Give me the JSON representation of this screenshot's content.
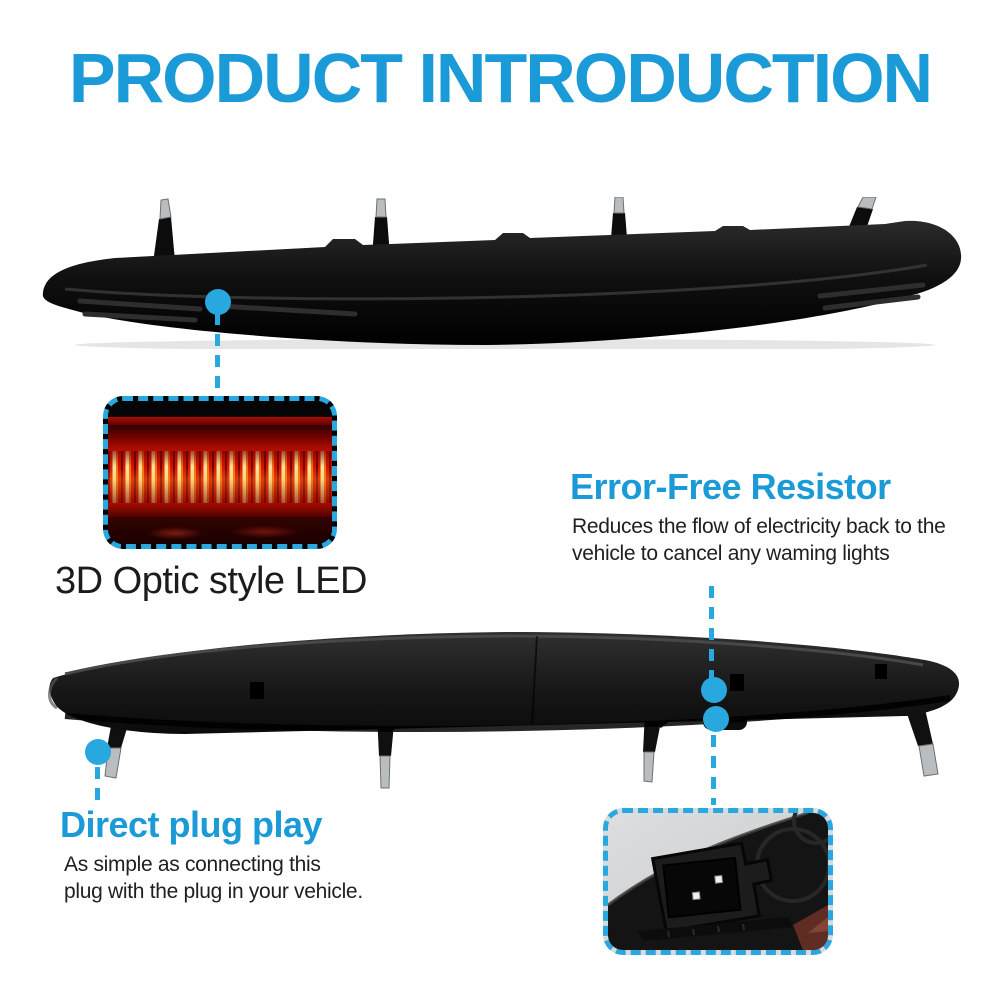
{
  "page": {
    "title": "PRODUCT INTRODUCTION",
    "background": "#ffffff"
  },
  "colors": {
    "accent_blue": "#1b9ad8",
    "callout_blue": "#29a7df",
    "text_dark": "#1f1f1f",
    "led_red": "#d41500",
    "led_glow": "#ffe8a0",
    "stud_silver": "#b9bdc0"
  },
  "sections": {
    "optic": {
      "caption": "3D Optic style LED"
    },
    "resistor": {
      "heading": "Error-Free Resistor",
      "line1": "Reduces the flow of electricity back to the",
      "line2": "vehicle to cancel any waming lights"
    },
    "plug": {
      "heading": "Direct plug play",
      "line1": "As simple as connecting this",
      "line2": "plug with the plug in your vehicle."
    }
  },
  "photos": {
    "top_view": "brake-light-bar-top-rear-view",
    "bottom_view": "brake-light-bar-underside-view",
    "led_inset": "illuminated-red-led-closeup",
    "connector_inset": "plug-connector-closeup"
  }
}
